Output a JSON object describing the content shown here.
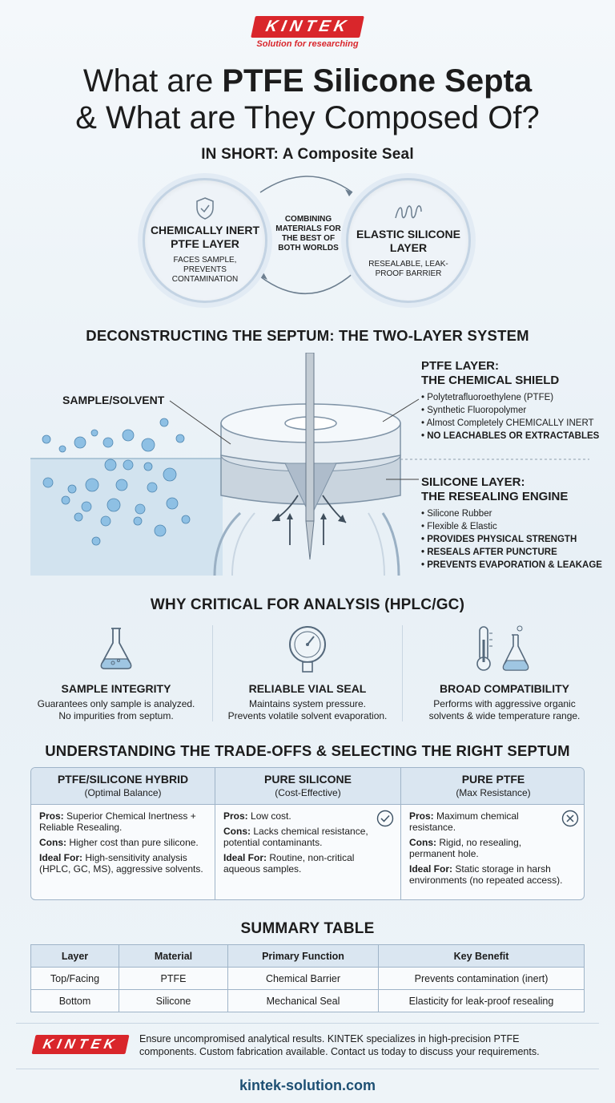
{
  "brand": {
    "logo": "KINTEK",
    "tagline": "Solution for researching",
    "url": "kintek-solution.com"
  },
  "title": {
    "line1_pre": "What are ",
    "line1_bold": "PTFE Silicone Septa",
    "line2": "& What are They Composed Of?"
  },
  "short": {
    "heading": "IN SHORT: A Composite Seal",
    "left": {
      "title": "CHEMICALLY INERT PTFE LAYER",
      "sub": "FACES SAMPLE, PREVENTS CONTAMINATION",
      "icon": "shield-check-icon"
    },
    "middle": "COMBINING MATERIALS FOR THE BEST OF BOTH WORLDS",
    "right": {
      "title": "ELASTIC SILICONE LAYER",
      "sub": "RESEALABLE, LEAK-PROOF BARRIER",
      "icon": "spring-icon"
    }
  },
  "deconstruct": {
    "heading": "DECONSTRUCTING THE SEPTUM: THE TWO-LAYER SYSTEM",
    "sample_label": "SAMPLE/SOLVENT",
    "ptfe": {
      "title1": "PTFE LAYER:",
      "title2": "THE CHEMICAL SHIELD",
      "bullets": [
        "Polytetrafluoroethylene (PTFE)",
        "Synthetic Fluoropolymer",
        "Almost Completely CHEMICALLY INERT",
        "NO LEACHABLES OR EXTRACTABLES"
      ]
    },
    "silicone": {
      "title1": "SILICONE LAYER:",
      "title2": "THE RESEALING ENGINE",
      "bullets": [
        "Silicone Rubber",
        "Flexible & Elastic",
        "PROVIDES PHYSICAL STRENGTH",
        "RESEALS AFTER PUNCTURE",
        "PREVENTS EVAPORATION & LEAKAGE"
      ]
    }
  },
  "why": {
    "heading": "WHY CRITICAL FOR ANALYSIS (HPLC/GC)",
    "items": [
      {
        "title": "SAMPLE INTEGRITY",
        "desc1": "Guarantees only sample is analyzed.",
        "desc2": "No impurities from septum.",
        "icon": "flask-icon"
      },
      {
        "title": "RELIABLE VIAL SEAL",
        "desc1": "Maintains system pressure.",
        "desc2": "Prevents volatile solvent evaporation.",
        "icon": "pressure-gauge-icon"
      },
      {
        "title": "BROAD COMPATIBILITY",
        "desc1": "Performs with aggressive organic",
        "desc2": "solvents & wide temperature range.",
        "icon": "thermometer-flask-icon"
      }
    ]
  },
  "tradeoffs": {
    "heading": "UNDERSTANDING THE TRADE-OFFS & SELECTING THE RIGHT SEPTUM",
    "pros_label": "Pros:",
    "cons_label": "Cons:",
    "ideal_label": "Ideal For:",
    "columns": [
      {
        "title": "PTFE/SILICONE HYBRID",
        "sub": "(Optimal Balance)",
        "pros": "Superior Chemical Inertness + Reliable Resealing.",
        "cons": "Higher cost than pure silicone.",
        "ideal": "High-sensitivity analysis (HPLC, GC, MS), aggressive solvents."
      },
      {
        "title": "PURE SILICONE",
        "sub": "(Cost-Effective)",
        "pros": "Low cost.",
        "cons": "Lacks chemical resistance, potential contaminants.",
        "ideal": "Routine, non-critical aqueous samples."
      },
      {
        "title": "PURE PTFE",
        "sub": "(Max Resistance)",
        "pros": "Maximum chemical resistance.",
        "cons": "Rigid, no resealing, permanent hole.",
        "ideal": "Static storage in harsh environments (no repeated access)."
      }
    ]
  },
  "summary": {
    "heading": "SUMMARY TABLE",
    "headers": [
      "Layer",
      "Material",
      "Primary Function",
      "Key Benefit"
    ],
    "rows": [
      [
        "Top/Facing",
        "PTFE",
        "Chemical Barrier",
        "Prevents contamination (inert)"
      ],
      [
        "Bottom",
        "Silicone",
        "Mechanical Seal",
        "Elasticity for leak-proof resealing"
      ]
    ]
  },
  "footer": {
    "line1": "Ensure uncompromised analytical results. KINTEK specializes in high-precision PTFE",
    "line2": "components. Custom fabrication available. Contact us today to discuss your requirements."
  },
  "colors": {
    "brand_red": "#d9262b",
    "border_blue": "#9fb4c8",
    "header_blue": "#dae6f1",
    "url_blue": "#1d4f73"
  }
}
